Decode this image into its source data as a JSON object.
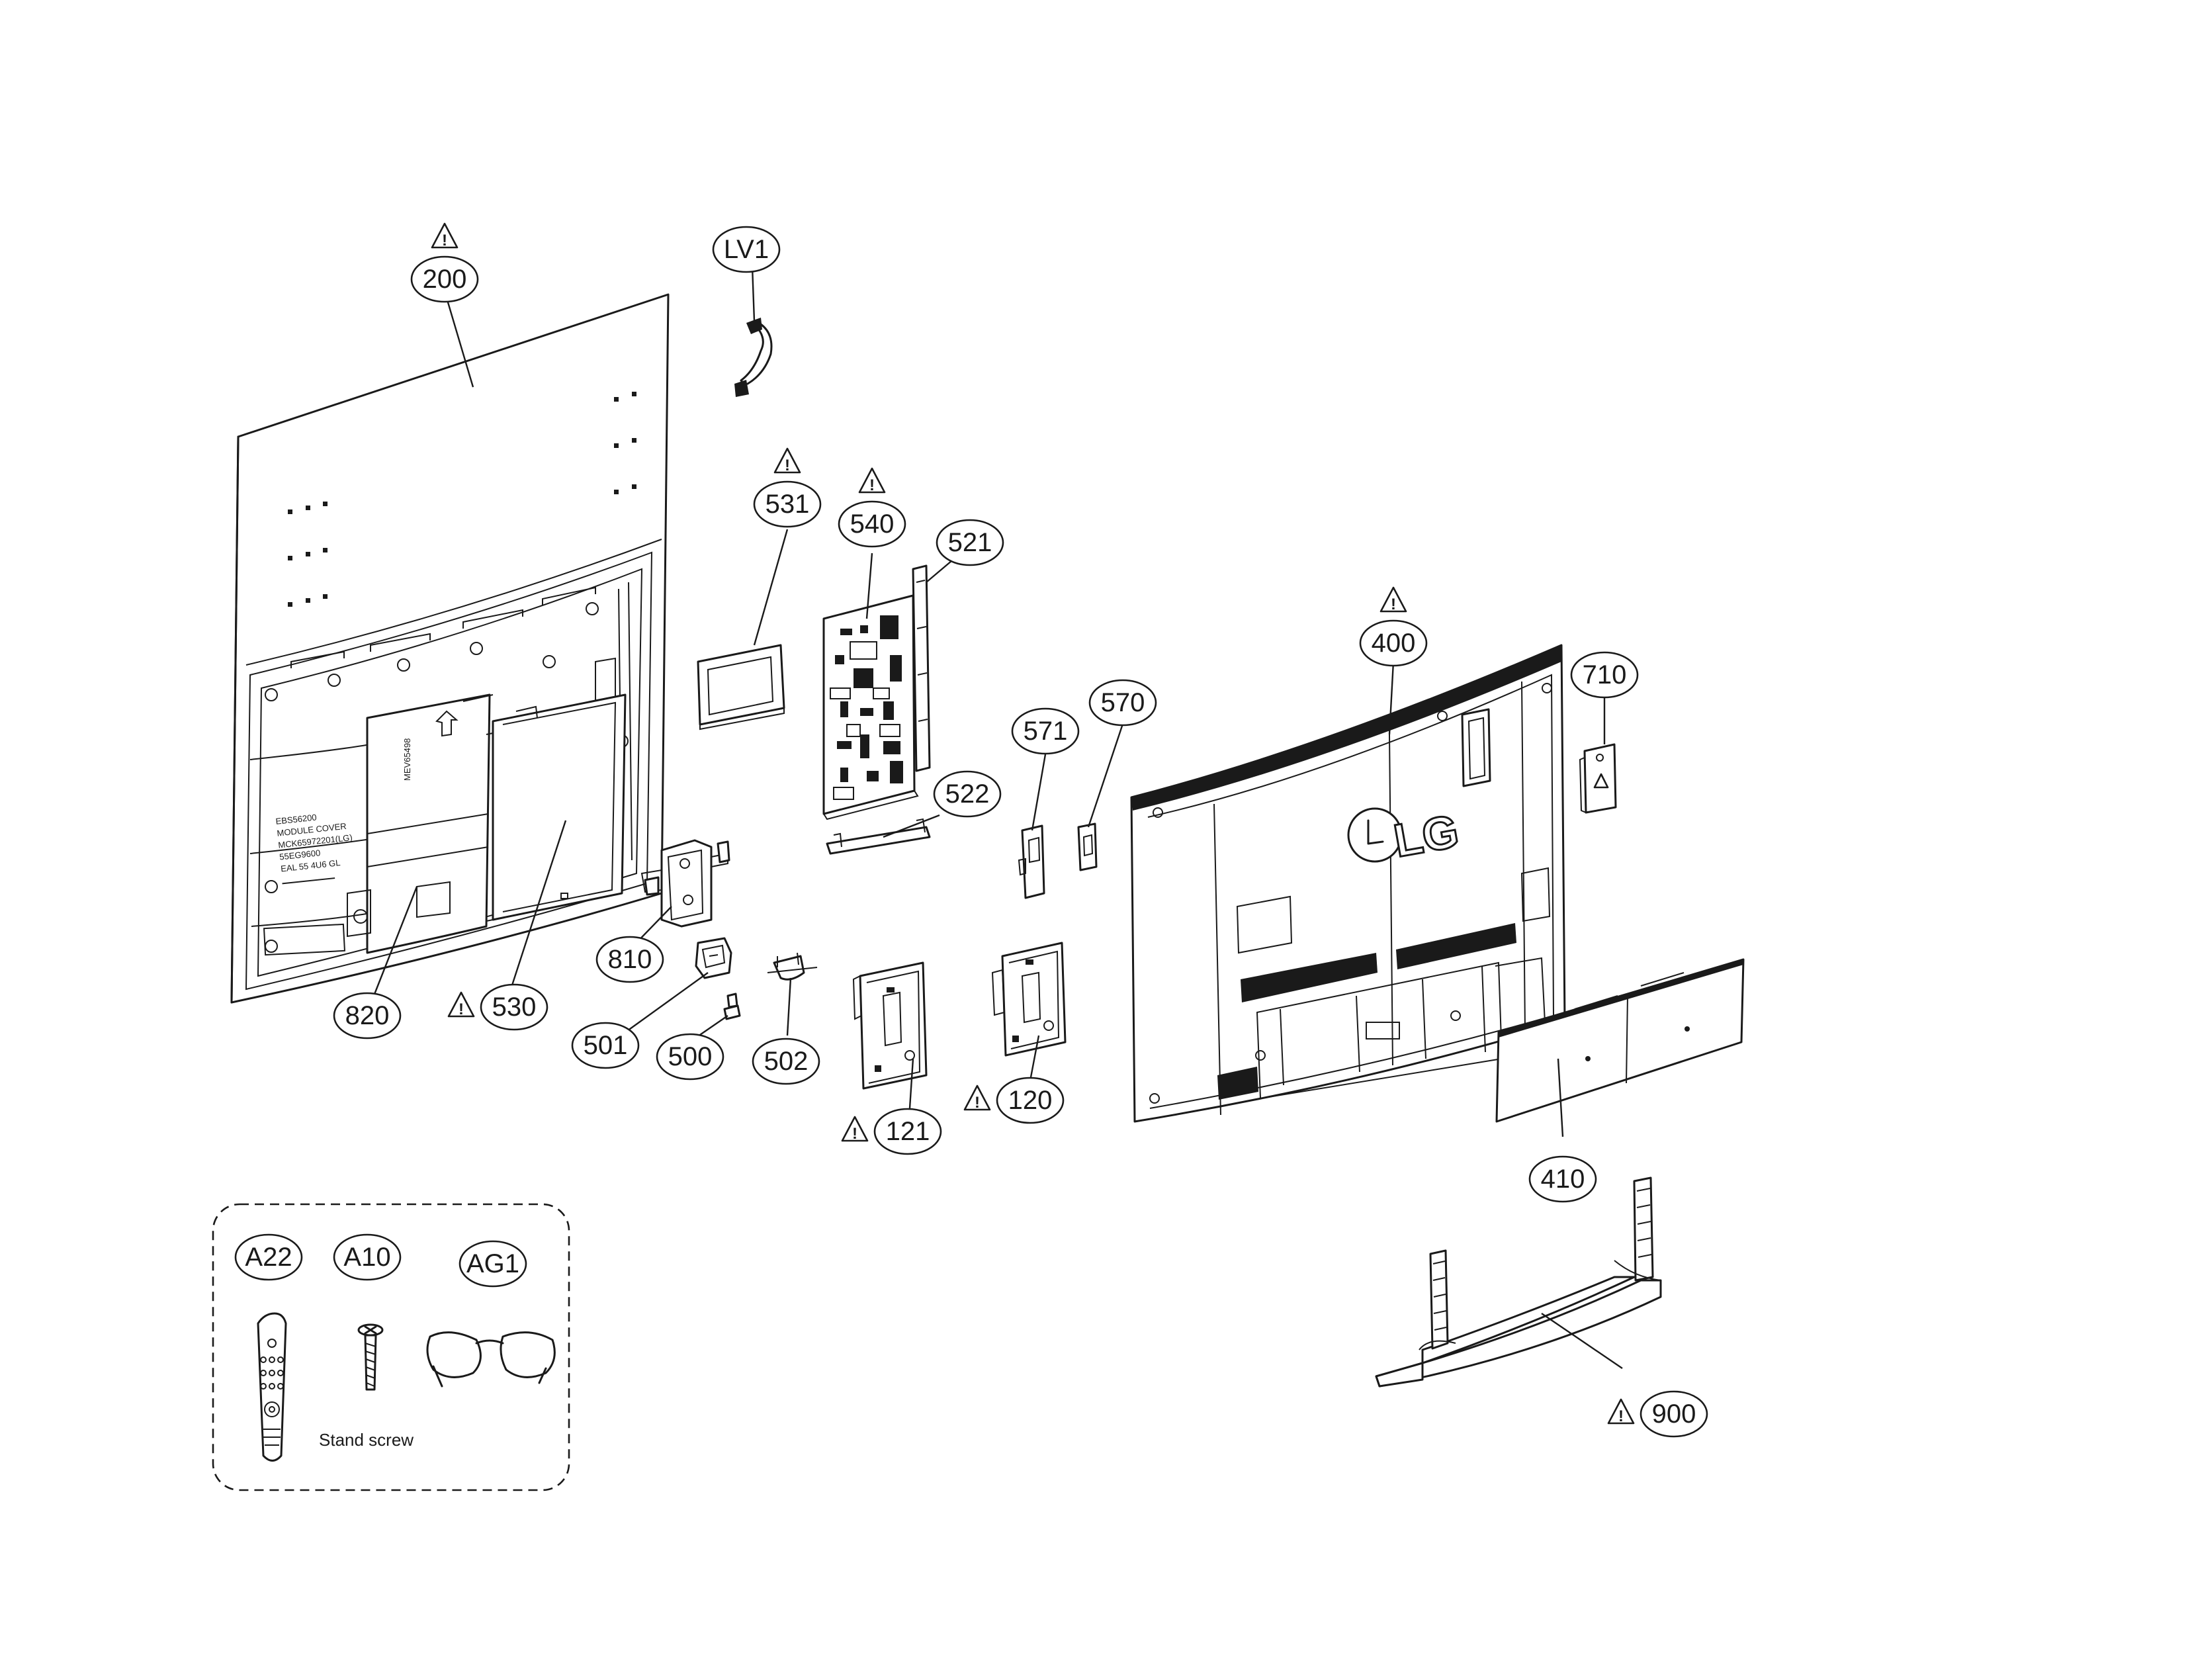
{
  "diagram": {
    "callouts": [
      {
        "id": "c200",
        "label": "200",
        "warning": true
      },
      {
        "id": "cLV1",
        "label": "LV1",
        "warning": false
      },
      {
        "id": "c531",
        "label": "531",
        "warning": true
      },
      {
        "id": "c540",
        "label": "540",
        "warning": true
      },
      {
        "id": "c521",
        "label": "521",
        "warning": false
      },
      {
        "id": "c400",
        "label": "400",
        "warning": true
      },
      {
        "id": "c710",
        "label": "710",
        "warning": false
      },
      {
        "id": "c571",
        "label": "571",
        "warning": false
      },
      {
        "id": "c570",
        "label": "570",
        "warning": false
      },
      {
        "id": "c522",
        "label": "522",
        "warning": false
      },
      {
        "id": "c810",
        "label": "810",
        "warning": false
      },
      {
        "id": "c820",
        "label": "820",
        "warning": false
      },
      {
        "id": "c530",
        "label": "530",
        "warning": true
      },
      {
        "id": "c501",
        "label": "501",
        "warning": false
      },
      {
        "id": "c500",
        "label": "500",
        "warning": false
      },
      {
        "id": "c502",
        "label": "502",
        "warning": false
      },
      {
        "id": "c121",
        "label": "121",
        "warning": true
      },
      {
        "id": "c120",
        "label": "120",
        "warning": true
      },
      {
        "id": "c410",
        "label": "410",
        "warning": false
      },
      {
        "id": "c900",
        "label": "900",
        "warning": true
      },
      {
        "id": "cA22",
        "label": "A22",
        "warning": false
      },
      {
        "id": "cA10",
        "label": "A10",
        "warning": false
      },
      {
        "id": "cAG1",
        "label": "AG1",
        "warning": false
      }
    ],
    "accessory_box": {
      "caption": "Stand screw"
    },
    "back_cover_logo": "LG",
    "module_label": {
      "line1": "EBS56200",
      "line2": "MODULE COVER",
      "line3": "MCK65972201(LG)",
      "line4": "55EG9600",
      "line5": "EAL 55 4U6 GL"
    },
    "panel_stamp": "MEV65498",
    "warning_symbol": "!"
  }
}
